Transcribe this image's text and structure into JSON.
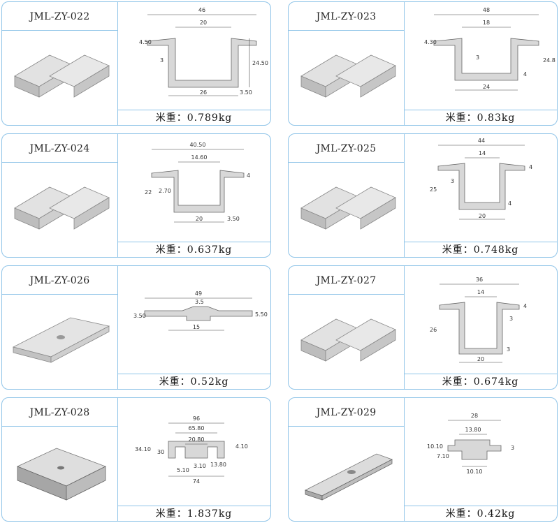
{
  "products": [
    {
      "code": "JML-ZY-022",
      "weight": "米重：0.789kg",
      "dims": {
        "width_total": "46",
        "width_top": "20",
        "width_bottom": "26",
        "height": "24.50",
        "flange": "4.50",
        "wall": "3",
        "base": "3.50"
      }
    },
    {
      "code": "JML-ZY-023",
      "weight": "米重：0.83kg",
      "dims": {
        "width_total": "48",
        "width_top": "18",
        "width_bottom": "24",
        "height": "24.80",
        "flange": "4.30",
        "wall": "3",
        "base": "4"
      }
    },
    {
      "code": "JML-ZY-024",
      "weight": "米重：0.637kg",
      "dims": {
        "width_total": "40.50",
        "width_top": "14.60",
        "width_bottom": "20",
        "height": "22",
        "flange": "4",
        "wall": "2.70",
        "base": "3.50"
      }
    },
    {
      "code": "JML-ZY-025",
      "weight": "米重：0.748kg",
      "dims": {
        "width_total": "44",
        "width_top": "14",
        "width_bottom": "20",
        "height": "25",
        "flange": "4",
        "wall": "3",
        "base": "4"
      }
    },
    {
      "code": "JML-ZY-026",
      "weight": "米重：0.52kg",
      "dims": {
        "width_total": "49",
        "mid": "15",
        "h_left": "3.50",
        "h_right": "5.50",
        "h_top": "3.5"
      }
    },
    {
      "code": "JML-ZY-027",
      "weight": "米重：0.674kg",
      "dims": {
        "width_total": "36",
        "width_top": "14",
        "width_bottom": "20",
        "height": "26",
        "flange": "4",
        "wall": "3",
        "base": "3"
      }
    },
    {
      "code": "JML-ZY-028",
      "weight": "米重：1.837kg",
      "dims": {
        "width_total": "96",
        "w2": "65.80",
        "w3": "20.80",
        "w4": "13.80",
        "w5": "74",
        "h1": "34.10",
        "h2": "30",
        "h3": "4.10",
        "h4": "5.10",
        "h5": "3.10"
      }
    },
    {
      "code": "JML-ZY-029",
      "weight": "米重：0.42kg",
      "dims": {
        "width_total": "28",
        "width_top": "13.80",
        "width_bottom": "10.10",
        "h1": "10.10",
        "h2": "7.10",
        "h3": "3"
      }
    }
  ],
  "colors": {
    "border": "#8fc4e8",
    "metal_light": "#e6e6e6",
    "metal_dark": "#a8a8a8"
  }
}
